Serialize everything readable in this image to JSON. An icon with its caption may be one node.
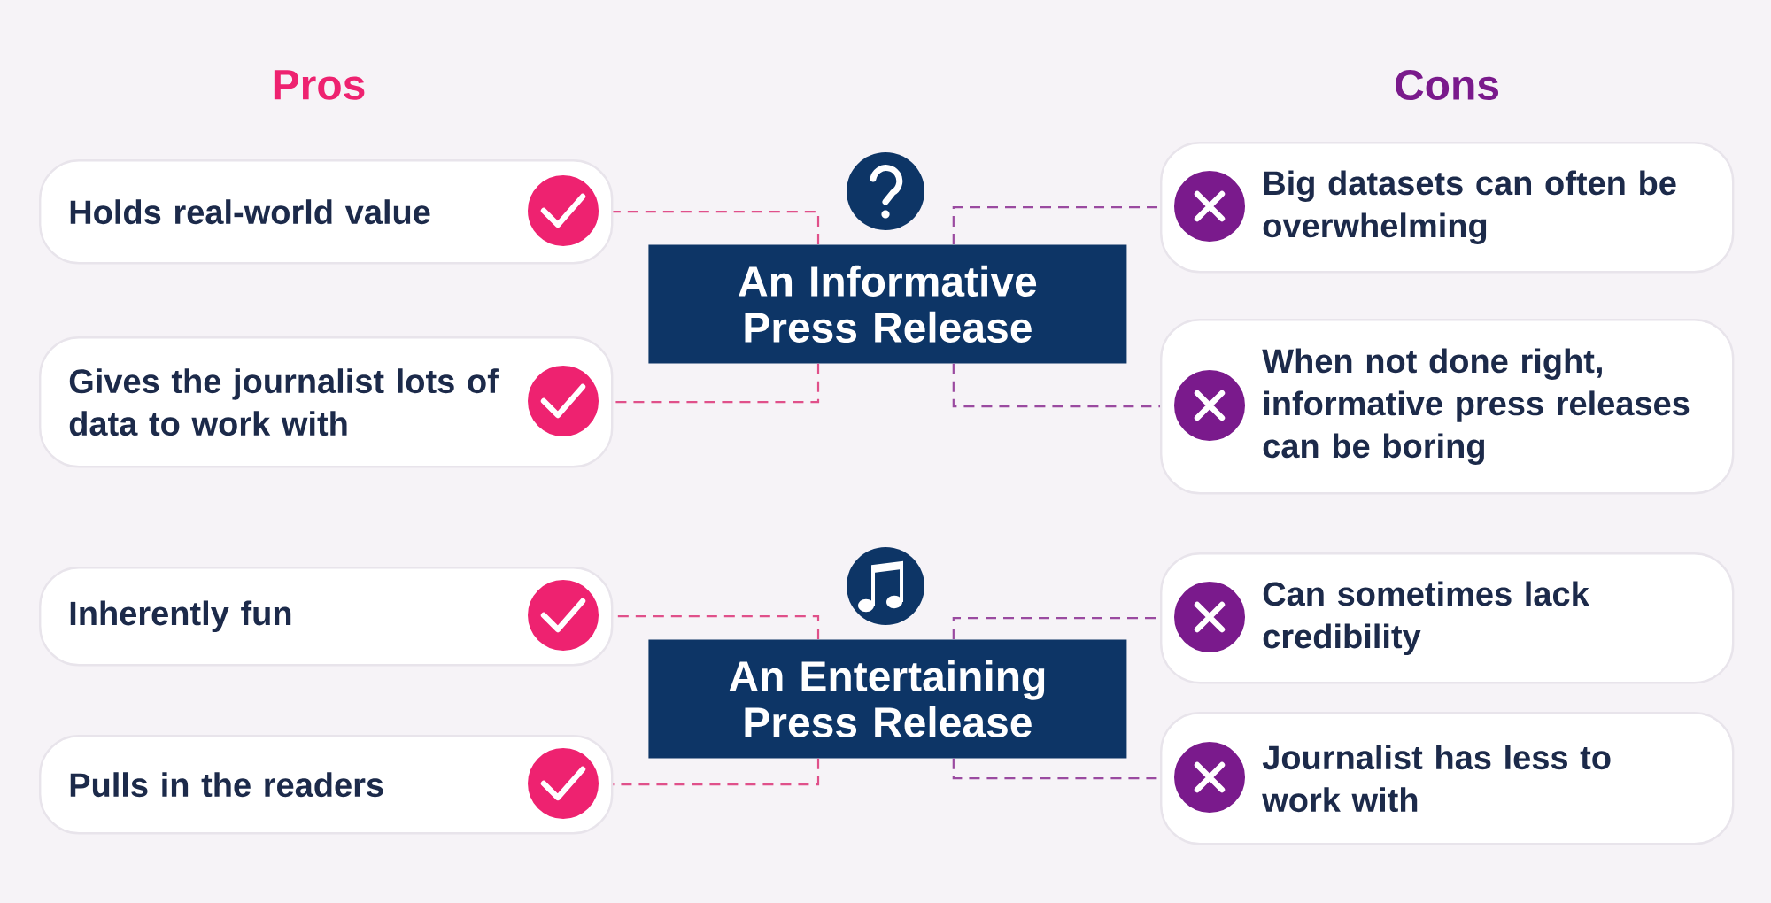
{
  "diagram": {
    "nodes": [
      {
        "text": [
          "Holds real-world value"
        ]
      },
      {
        "text": [
          "Big datasets can often be overwhelming"
        ]
      },
      {
        "text": [
          "An Informative Press Release"
        ]
      },
      {
        "text": [
          "Gives the journalist lots of data to work with"
        ]
      },
      {
        "text": [
          "When not done right, informative press releases can be boring"
        ]
      },
      {
        "text": [
          "Inherently fun"
        ]
      },
      {
        "text": [
          "Can sometimes lack credibility"
        ]
      },
      {
        "text": [
          "An Entertaining Press Release"
        ]
      },
      {
        "text": [
          "Pulls in the readers"
        ]
      },
      {
        "text": [
          "Journalist has less to work with"
        ]
      }
    ],
    "edges": [
      {
        "from": 2,
        "to": 0,
        "arrow": "none",
        "style": "dashed",
        "color": "#e0508a"
      },
      {
        "from": 2,
        "to": 3,
        "arrow": "none",
        "style": "dashed",
        "color": "#e0508a"
      },
      {
        "from": 2,
        "to": 1,
        "arrow": "none",
        "style": "dashed",
        "color": "#9a4aa0"
      },
      {
        "from": 2,
        "to": 4,
        "arrow": "none",
        "style": "dashed",
        "color": "#9a4aa0"
      },
      {
        "from": 7,
        "to": 5,
        "arrow": "none",
        "style": "dashed",
        "color": "#e0508a"
      },
      {
        "from": 7,
        "to": 8,
        "arrow": "none",
        "style": "dashed",
        "color": "#e0508a"
      },
      {
        "from": 7,
        "to": 6,
        "arrow": "none",
        "style": "dashed",
        "color": "#9a4aa0"
      },
      {
        "from": 7,
        "to": 9,
        "arrow": "none",
        "style": "dashed",
        "color": "#9a4aa0"
      }
    ],
    "labels": [
      "Pros",
      "Cons"
    ]
  }
}
